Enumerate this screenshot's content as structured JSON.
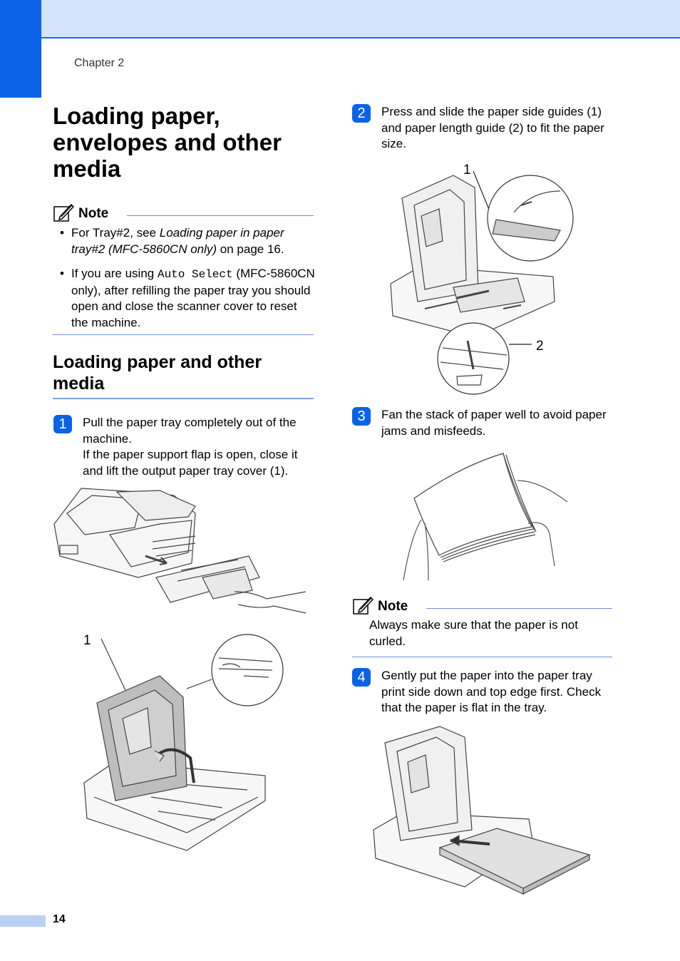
{
  "header": {
    "chapter": "Chapter 2"
  },
  "title": "Loading paper, envelopes and other media",
  "note1": {
    "title": "Note",
    "bullet1_pre": "For Tray#2, see ",
    "bullet1_italic": "Loading paper in paper tray#2 (MFC-5860CN only)",
    "bullet1_post": " on page 16.",
    "bullet2_pre": "If you are using ",
    "bullet2_mono": "Auto Select",
    "bullet2_post": " (MFC-5860CN only), after refilling the paper tray you should open and close the scanner cover to reset the machine."
  },
  "section_title": "Loading paper and other media",
  "steps": [
    {
      "num": "1",
      "text_line1": "Pull the paper tray completely out of the machine.",
      "text_line2": "If the paper support flap is open, close it and lift the output paper tray cover (1)."
    },
    {
      "num": "2",
      "text": "Press and slide the paper side guides (1) and paper length guide (2) to fit the paper size."
    },
    {
      "num": "3",
      "text": "Fan the stack of paper well to avoid paper jams and misfeeds."
    },
    {
      "num": "4",
      "text": "Gently put the paper into the paper tray print side down and top edge first. Check that the paper is flat in the tray."
    }
  ],
  "note2": {
    "title": "Note",
    "text": "Always make sure that the paper is not curled."
  },
  "callouts": {
    "fig1_c1": "1",
    "fig2_c1": "1",
    "fig2_c2": "2"
  },
  "footer": {
    "page_number": "14"
  }
}
